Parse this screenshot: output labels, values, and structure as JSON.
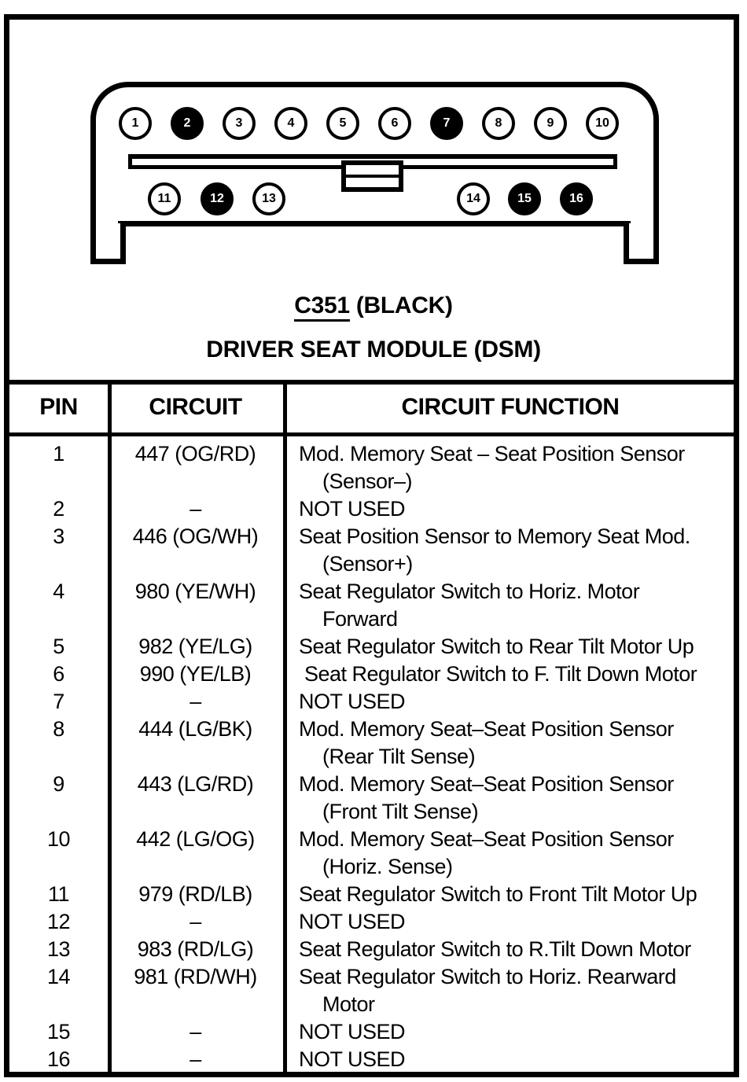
{
  "titles": {
    "connector_label": "C351",
    "connector_color": " (BLACK)",
    "module_title": "DRIVER SEAT MODULE (DSM)"
  },
  "connector": {
    "pins": [
      {
        "label": "1",
        "filled": false
      },
      {
        "label": "2",
        "filled": true
      },
      {
        "label": "3",
        "filled": false
      },
      {
        "label": "4",
        "filled": false
      },
      {
        "label": "5",
        "filled": false
      },
      {
        "label": "6",
        "filled": false
      },
      {
        "label": "7",
        "filled": true
      },
      {
        "label": "8",
        "filled": false
      },
      {
        "label": "9",
        "filled": false
      },
      {
        "label": "10",
        "filled": false
      },
      {
        "label": "11",
        "filled": false
      },
      {
        "label": "12",
        "filled": true
      },
      {
        "label": "13",
        "filled": false
      },
      {
        "label": "14",
        "filled": false
      },
      {
        "label": "15",
        "filled": true
      },
      {
        "label": "16",
        "filled": true
      }
    ]
  },
  "table": {
    "headers": {
      "pin": "PIN",
      "circuit": "CIRCUIT",
      "function": "CIRCUIT FUNCTION"
    },
    "rows": [
      {
        "pin": "1",
        "circuit": "447 (OG/RD)",
        "func1": "Mod. Memory Seat – Seat Position Sensor",
        "func2": "(Sensor–)"
      },
      {
        "pin": "2",
        "circuit": "–",
        "func1": "NOT USED",
        "func2": ""
      },
      {
        "pin": "3",
        "circuit": "446 (OG/WH)",
        "func1": "Seat Position Sensor to Memory Seat Mod.",
        "func2": "(Sensor+)"
      },
      {
        "pin": "4",
        "circuit": "980 (YE/WH)",
        "func1": "Seat Regulator Switch to Horiz. Motor",
        "func2": "Forward"
      },
      {
        "pin": "5",
        "circuit": "982 (YE/LG)",
        "func1": "Seat Regulator Switch to Rear Tilt Motor Up",
        "func2": ""
      },
      {
        "pin": "6",
        "circuit": "990 (YE/LB)",
        "func1": " Seat Regulator Switch to F. Tilt Down Motor",
        "func2": ""
      },
      {
        "pin": "7",
        "circuit": "–",
        "func1": "NOT USED",
        "func2": ""
      },
      {
        "pin": "8",
        "circuit": "444 (LG/BK)",
        "func1": "Mod. Memory Seat–Seat Position Sensor",
        "func2": "(Rear Tilt Sense)"
      },
      {
        "pin": "9",
        "circuit": "443 (LG/RD)",
        "func1": "Mod. Memory Seat–Seat Position Sensor",
        "func2": "(Front Tilt Sense)"
      },
      {
        "pin": "10",
        "circuit": "442 (LG/OG)",
        "func1": "Mod. Memory Seat–Seat Position Sensor",
        "func2": "(Horiz. Sense)"
      },
      {
        "pin": "11",
        "circuit": "979 (RD/LB)",
        "func1": "Seat Regulator Switch to Front Tilt Motor Up",
        "func2": ""
      },
      {
        "pin": "12",
        "circuit": "–",
        "func1": "NOT USED",
        "func2": ""
      },
      {
        "pin": "13",
        "circuit": "983 (RD/LG)",
        "func1": "Seat Regulator Switch to R.Tilt Down Motor",
        "func2": ""
      },
      {
        "pin": "14",
        "circuit": "981 (RD/WH)",
        "func1": "Seat Regulator Switch to Horiz. Rearward",
        "func2": "Motor"
      },
      {
        "pin": "15",
        "circuit": "–",
        "func1": "NOT USED",
        "func2": ""
      },
      {
        "pin": "16",
        "circuit": "–",
        "func1": "NOT USED",
        "func2": ""
      }
    ]
  }
}
